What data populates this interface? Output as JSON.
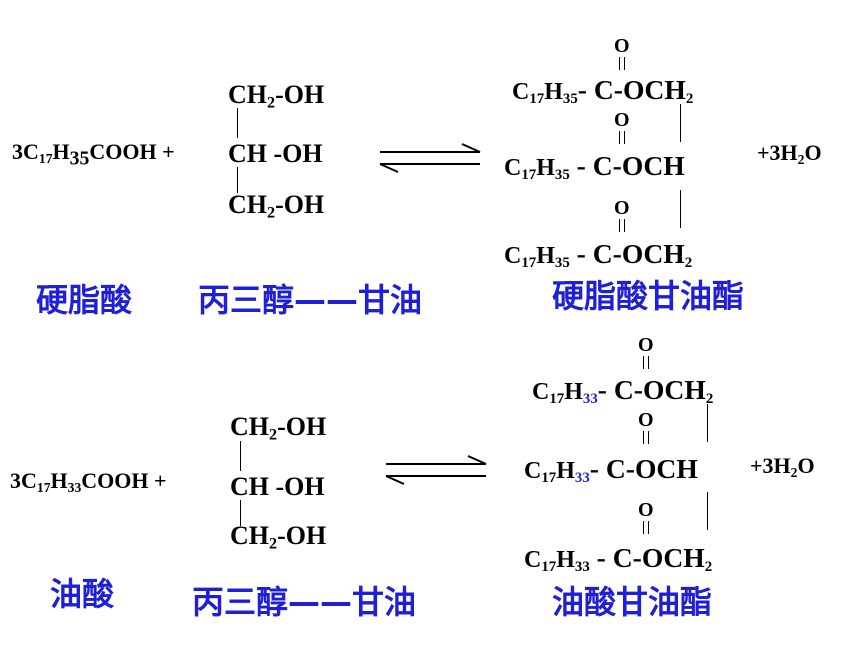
{
  "reaction1": {
    "reactant": {
      "coef": "3C",
      "a": "17",
      "h": "H",
      "b": "35",
      "rest": "COOH +"
    },
    "glycerol": {
      "top": {
        "c": "CH",
        "n": "2",
        "r": "-OH"
      },
      "mid": "CH -OH",
      "bot": {
        "c": "CH",
        "n": "2",
        "r": "-OH"
      }
    },
    "ester": {
      "o": "O",
      "rows": [
        {
          "c": "C",
          "a": "17",
          "h": "H",
          "b": "35",
          "rest": "- C-OCH",
          "end": "2"
        },
        {
          "c": "C",
          "a": "17",
          "h": "H",
          "b": "35",
          "rest": " - C-OCH",
          "end": ""
        },
        {
          "c": "C",
          "a": "17",
          "h": "H",
          "b": "35",
          "rest": " - C-OCH",
          "end": "2"
        }
      ]
    },
    "water": {
      "a": "+3H",
      "n": "2",
      "b": "O"
    },
    "labels": {
      "acid": "硬脂酸",
      "glycerol": "丙三醇——甘油",
      "product": "硬脂酸甘油酯"
    }
  },
  "reaction2": {
    "reactant": {
      "coef": "3C",
      "a": "17",
      "h": "H",
      "b": "33",
      "rest": "COOH +"
    },
    "glycerol": {
      "top": {
        "c": "CH",
        "n": "2",
        "r": "-OH"
      },
      "mid": "CH -OH",
      "bot": {
        "c": "CH",
        "n": "2",
        "r": "-OH"
      }
    },
    "ester": {
      "o": "O",
      "rows": [
        {
          "c": "C",
          "a": "17",
          "h": "H",
          "b": "33",
          "rest": "- C-OCH",
          "end": "2"
        },
        {
          "c": "C",
          "a": "17",
          "h": "H",
          "b": "33",
          "rest": "- C-OCH",
          "end": ""
        },
        {
          "c": "C",
          "a": "17",
          "h": "H",
          "b": "33",
          "rest": " - C-OCH",
          "end": "2"
        }
      ]
    },
    "water": {
      "a": "+3H",
      "n": "2",
      "b": "O"
    },
    "labels": {
      "acid": "油酸",
      "glycerol": "丙三醇——甘油",
      "product": "油酸甘油酯"
    }
  },
  "colors": {
    "label": "#1f1fd8",
    "subscript_highlight": "#1f1fd8",
    "text": "#000000"
  }
}
